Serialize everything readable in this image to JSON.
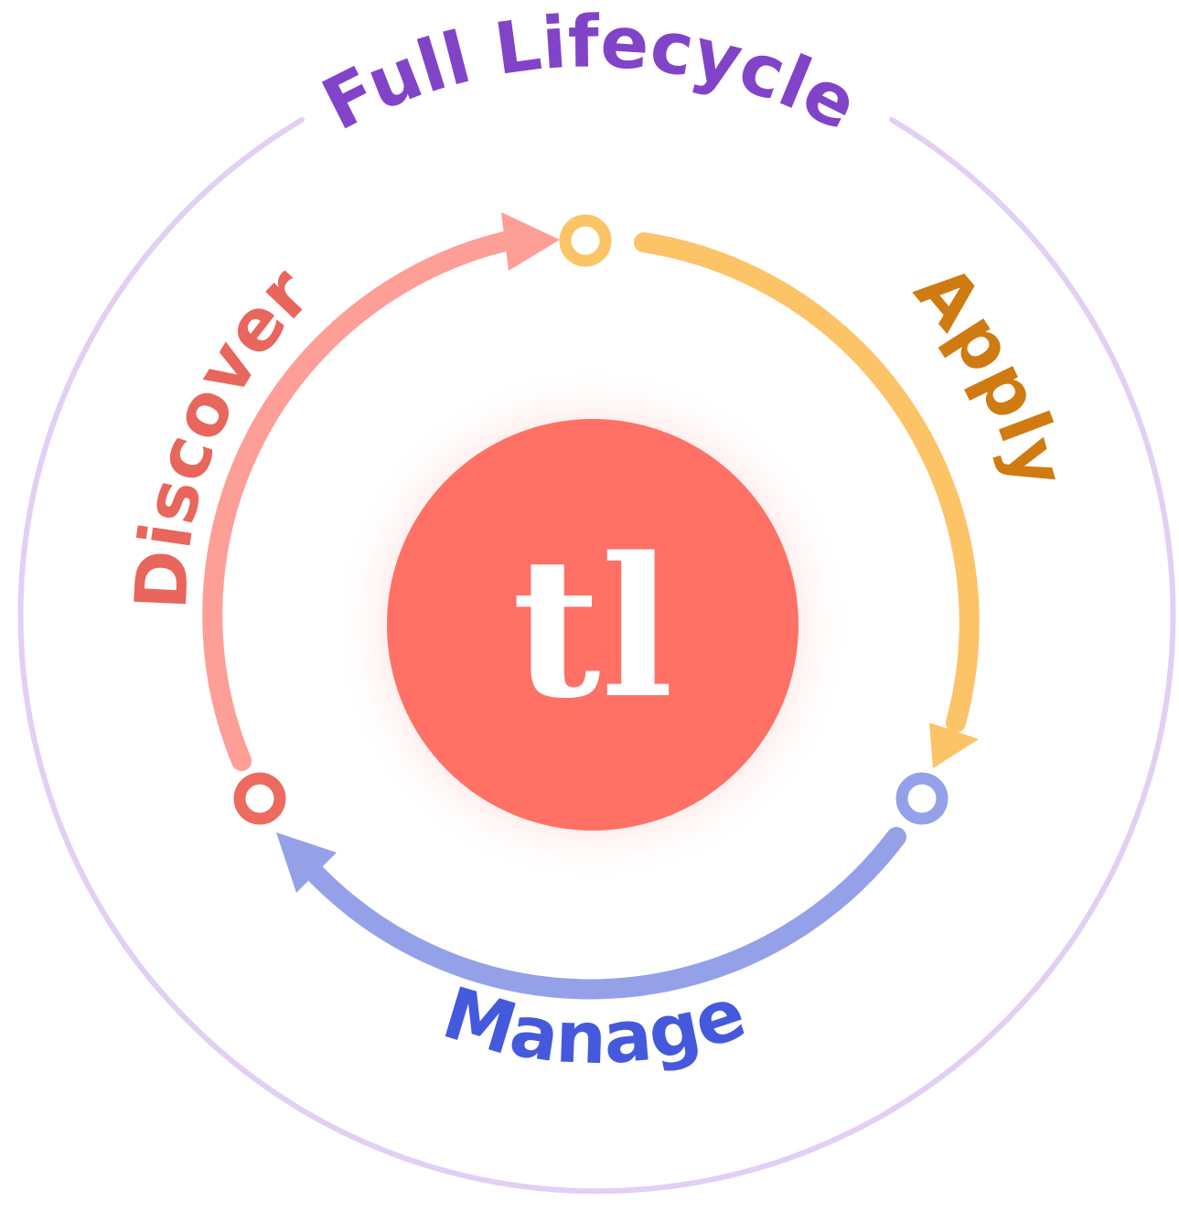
{
  "title": "Full Lifecycle",
  "logo": {
    "text": "tl"
  },
  "stages": [
    {
      "label": "Discover",
      "color": "#e8665c",
      "arrow_color": "#fd9e97"
    },
    {
      "label": "Apply",
      "color": "#d07a12",
      "arrow_color": "#fcc367"
    },
    {
      "label": "Manage",
      "color": "#4559dd",
      "arrow_color": "#94a1e9"
    }
  ],
  "colors": {
    "outer_ring": "#e2cff3",
    "title": "#8144c8",
    "center_circle": "#ff7065",
    "center_glow": "#ffb3ad"
  }
}
